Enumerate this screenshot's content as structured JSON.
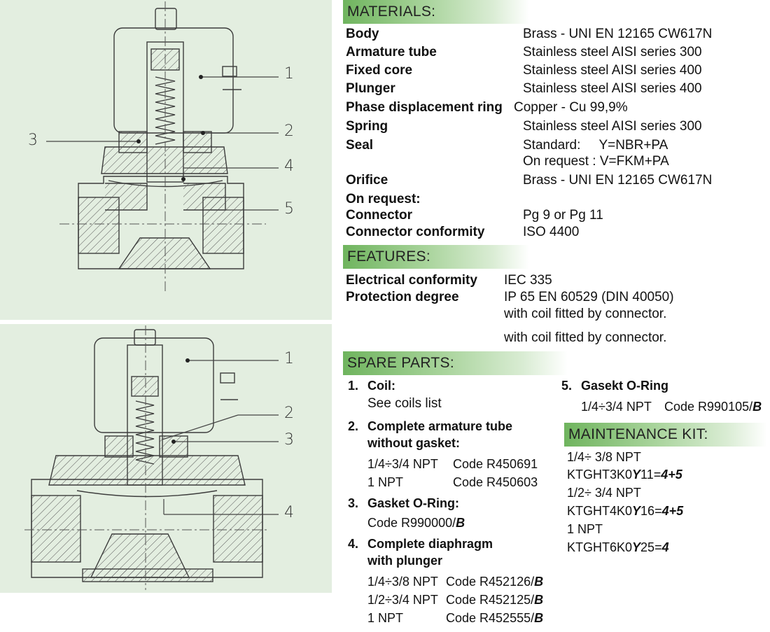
{
  "drawing_callouts": {
    "top": [
      "1",
      "2",
      "3",
      "4",
      "5"
    ],
    "bottom": [
      "1",
      "2",
      "3",
      "4"
    ]
  },
  "materials": {
    "title": "MATERIALS:",
    "rows": [
      {
        "label": "Body",
        "value": "Brass - UNI EN 12165 CW617N"
      },
      {
        "label": "Armature tube",
        "value": "Stainless steel AISI series 300"
      },
      {
        "label": "Fixed core",
        "value": "Stainless steel AISI series 400"
      },
      {
        "label": "Plunger",
        "value": "Stainless steel AISI series 400"
      },
      {
        "label": "Phase displacement ring",
        "value": "Copper - Cu 99,9%"
      },
      {
        "label": "Spring",
        "value": "Stainless steel AISI series 300"
      },
      {
        "label": "Seal",
        "value": "Standard:     Y=NBR+PA"
      },
      {
        "label": "",
        "value": "On request : V=FKM+PA"
      },
      {
        "label": "Orifice",
        "value": "Brass - UNI EN 12165 CW617N"
      },
      {
        "label": "On request:",
        "value": ""
      },
      {
        "label": "Connector",
        "value": "Pg 9 or Pg 11"
      },
      {
        "label": "Connector conformity",
        "value": "ISO 4400"
      }
    ]
  },
  "features": {
    "title": "FEATURES:",
    "rows": [
      {
        "label": "Electrical conformity",
        "value": "IEC 335"
      },
      {
        "label": "Protection degree",
        "value": "IP 65 EN 60529 (DIN 40050)"
      },
      {
        "label": "",
        "value": "with coil fitted by connector."
      },
      {
        "label": "",
        "value": "with coil fitted by connector."
      }
    ]
  },
  "spare_parts": {
    "title": "SPARE PARTS:",
    "items": [
      {
        "num": "1.",
        "name": "Coil:",
        "lines": [
          "See coils list"
        ]
      },
      {
        "num": "2.",
        "name": "Complete armature tube",
        "name2": "without gasket:",
        "lines": [
          {
            "size": "1/4÷3/4 NPT",
            "code": "Code R450691"
          },
          {
            "size": "1 NPT",
            "code": "Code R450603"
          }
        ]
      },
      {
        "num": "3.",
        "name": "Gasket O-Ring:",
        "code": "Code R990000/",
        "suffix": "B"
      },
      {
        "num": "4.",
        "name": "Complete diaphragm",
        "name2": "with plunger",
        "lines": [
          {
            "size": "1/4÷3/8 NPT",
            "code": "Code R452126/",
            "suffix": "B"
          },
          {
            "size": "1/2÷3/4 NPT",
            "code": "Code R452125/",
            "suffix": "B"
          },
          {
            "size": "1 NPT",
            "code": "Code R452555/",
            "suffix": "B"
          }
        ]
      },
      {
        "num": "5.",
        "name": "Gasekt O-Ring",
        "size": "1/4÷3/4 NPT",
        "code": "Code R990105/",
        "suffix": "B"
      }
    ]
  },
  "maintenance_kit": {
    "title": "MAINTENANCE KIT:",
    "entries": [
      {
        "size": "1/4÷ 3/8 NPT",
        "code_a": "KTGHT3K0",
        "code_y": "Y",
        "code_b": "11=",
        "code_c": "4+5"
      },
      {
        "size": "1/2÷ 3/4 NPT",
        "code_a": "KTGHT4K0",
        "code_y": "Y",
        "code_b": "16=",
        "code_c": "4+5"
      },
      {
        "size": "1 NPT",
        "code_a": "KTGHT6K0",
        "code_y": "Y",
        "code_b": "25=",
        "code_c": "4"
      }
    ]
  },
  "colors": {
    "panel_bg": "#e3eee0",
    "header_green": "#6fb45e",
    "line": "#4a4a4a"
  }
}
